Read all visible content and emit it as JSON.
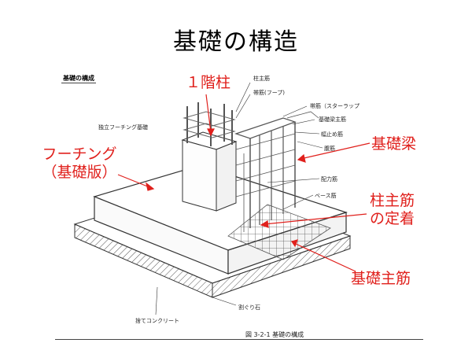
{
  "title": "基礎の構造",
  "colors": {
    "annotation": "#e0201c",
    "line": "#333333",
    "rebar": "#555555"
  },
  "diagram": {
    "box_caption": "基礎の構成",
    "figure_caption": "図 3-2-1 基礎の構成",
    "labels": {
      "hashira_shukin": "柱主筋",
      "obikin_hoop": "帯筋(フープ)",
      "obikin_stirrup": "帯筋（スターラップ",
      "kiso_hari_shukin": "基礎梁主筋",
      "habadome_kin": "幅止め筋",
      "fukkin": "腹筋",
      "haiikin": "配力筋",
      "base_kin": "ベース筋",
      "dokuritsu_footing": "独立フーチング基礎",
      "wariguri": "割ぐり石",
      "sute_concrete": "捨てコンクリート"
    }
  },
  "annotations": {
    "first_floor_column": "１階柱",
    "footing_line1": "フーチング",
    "footing_line2": "（基礎版）",
    "foundation_beam": "基礎梁",
    "anchorage_line1": "柱主筋",
    "anchorage_line2": "の定着",
    "foundation_main_rebar": "基礎主筋"
  }
}
